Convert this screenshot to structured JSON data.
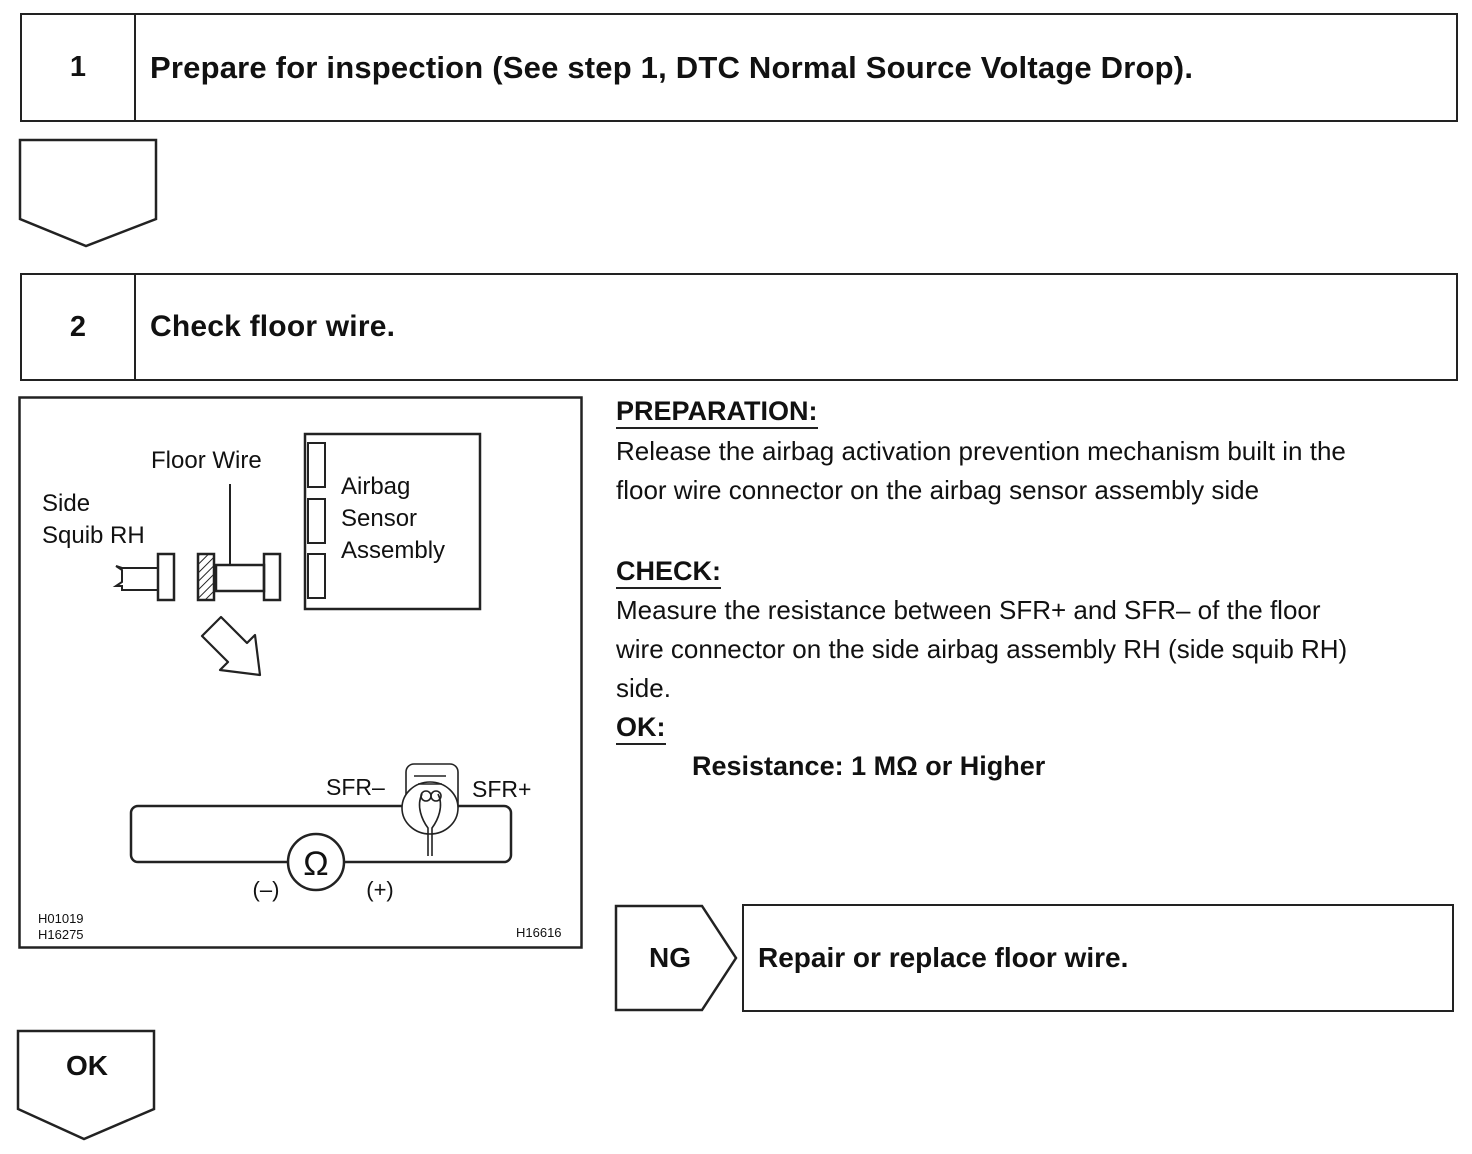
{
  "step1": {
    "number": "1",
    "title": "Prepare for inspection (See step 1, DTC Normal Source Voltage Drop)."
  },
  "step2": {
    "number": "2",
    "title": "Check floor wire."
  },
  "diagram": {
    "label_floor_wire": "Floor Wire",
    "label_side_squib_line1": "Side",
    "label_side_squib_line2": "Squib RH",
    "label_sensor_line1": "Airbag",
    "label_sensor_line2": "Sensor",
    "label_sensor_line3": "Assembly",
    "label_sfr_minus": "SFR–",
    "label_sfr_plus": "SFR+",
    "ohm_symbol": "Ω",
    "probe_minus": "(–)",
    "probe_plus": "(+)",
    "code_left_1": "H01019",
    "code_left_2": "H16275",
    "code_right": "H16616"
  },
  "preparation": {
    "heading": "PREPARATION:",
    "line1": "Release the airbag activation prevention mechanism built in the",
    "line2": "floor wire connector on the airbag sensor assembly side"
  },
  "check": {
    "heading": "CHECK:",
    "line1": "Measure the resistance between SFR+ and SFR– of the floor",
    "line2": "wire connector on the side airbag assembly RH (side squib RH)",
    "line3": "side."
  },
  "ok_spec": {
    "heading": "OK:",
    "value": "Resistance: 1 MΩ or Higher"
  },
  "ng_branch": {
    "label": "NG",
    "action": "Repair or replace floor wire."
  },
  "ok_branch": {
    "label": "OK"
  }
}
